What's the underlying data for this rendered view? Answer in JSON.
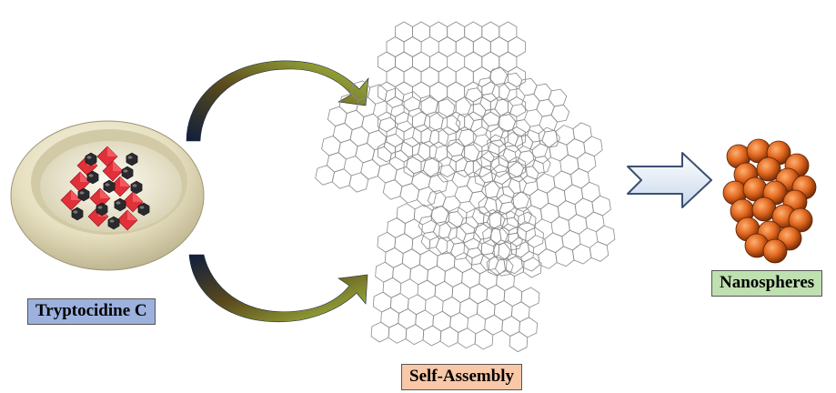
{
  "labels": {
    "source": "Tryptocidine C",
    "process": "Self-Assembly",
    "product": "Nanospheres"
  },
  "colors": {
    "source_label_bg": "#9db1de",
    "process_label_bg": "#f8c8a8",
    "product_label_bg": "#bfe0b0",
    "dish": "#ece6c8",
    "crystal_red": "#e0303a",
    "crystal_dark": "#2a2a2e",
    "sphere": "#d9641e",
    "arrow_dark": "#1a2a44",
    "arrow_light": "#a8c040",
    "block_arrow_fill": "#e8f0fa",
    "block_arrow_stroke": "#3a5070",
    "hexnet": "#8a8a8a"
  },
  "icons": {
    "source": "dish-with-crystals-icon",
    "network": "hexagonal-network-icon",
    "product": "nanosphere-cluster-icon"
  }
}
